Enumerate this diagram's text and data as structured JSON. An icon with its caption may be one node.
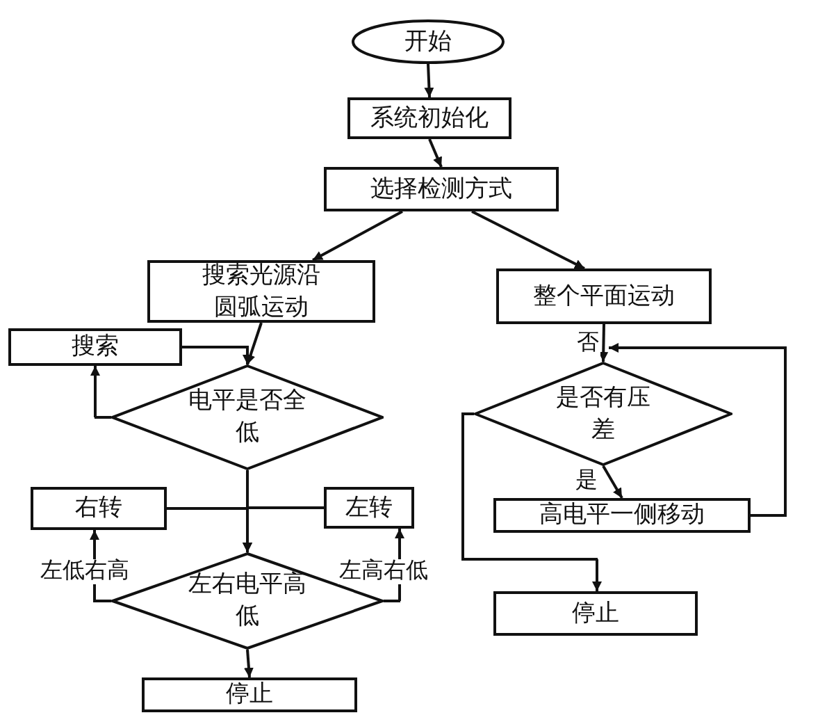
{
  "diagram": {
    "nodes": [
      {
        "text": [
          "开始"
        ]
      },
      {
        "text": [
          "系统初始化"
        ]
      },
      {
        "text": [
          "选择检测方式"
        ]
      },
      {
        "text": [
          "搜索光源沿圆弧运动"
        ]
      },
      {
        "text": [
          "整个平面运动"
        ]
      },
      {
        "text": [
          "搜索"
        ]
      },
      {
        "text": [
          "电平是否全低"
        ]
      },
      {
        "text": [
          "右转"
        ]
      },
      {
        "text": [
          "左转"
        ]
      },
      {
        "text": [
          "左右电平高低"
        ]
      },
      {
        "text": [
          "停止"
        ]
      },
      {
        "text": [
          "是否有压差"
        ]
      },
      {
        "text": [
          "高电平一侧移动"
        ]
      },
      {
        "text": [
          "停止"
        ]
      }
    ],
    "edges": [
      {
        "from": 0,
        "to": 1,
        "arrow": "to"
      },
      {
        "from": 1,
        "to": 2,
        "arrow": "to"
      },
      {
        "from": 2,
        "to": 3,
        "arrow": "to"
      },
      {
        "from": 2,
        "to": 4,
        "arrow": "to"
      },
      {
        "from": 3,
        "to": 6,
        "arrow": "to"
      },
      {
        "from": 5,
        "to": 6,
        "arrow": "to"
      },
      {
        "from": 6,
        "to": 5,
        "arrow": "to"
      },
      {
        "from": 6,
        "to": 9,
        "arrow": "to"
      },
      {
        "from": 7,
        "to": 9,
        "arrow": "to"
      },
      {
        "from": 8,
        "to": 9,
        "arrow": "to"
      },
      {
        "from": 9,
        "to": 7,
        "arrow": "to",
        "label": "左低右高"
      },
      {
        "from": 9,
        "to": 8,
        "arrow": "to",
        "label": "左高右低"
      },
      {
        "from": 9,
        "to": 10,
        "arrow": "to"
      },
      {
        "from": 4,
        "to": 11,
        "arrow": "to",
        "label": "否"
      },
      {
        "from": 11,
        "to": 12,
        "arrow": "to",
        "label": "是"
      },
      {
        "from": 12,
        "to": 11,
        "arrow": "to"
      },
      {
        "from": 11,
        "to": 13,
        "arrow": "to"
      }
    ]
  }
}
